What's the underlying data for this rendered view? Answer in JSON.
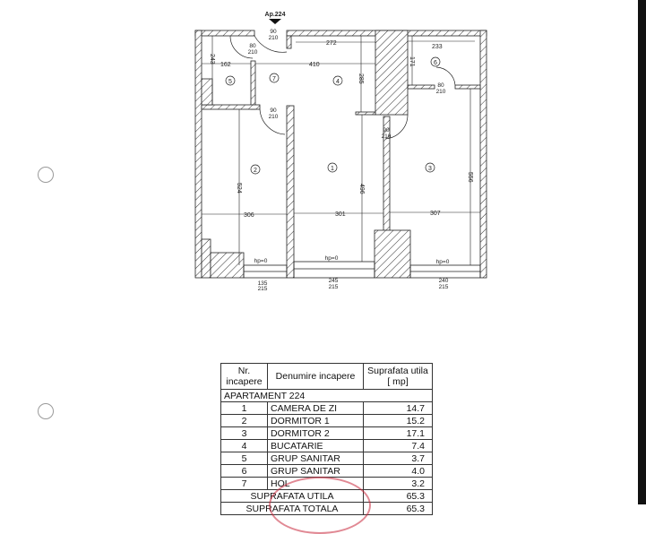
{
  "plan": {
    "apartment_label": "Ap.224",
    "rooms": [
      "1",
      "2",
      "3",
      "4",
      "5",
      "6",
      "7"
    ],
    "dimensions": {
      "d272": "272",
      "d410": "410",
      "d162": "162",
      "d243": "243",
      "d285": "285",
      "d233": "233",
      "d171": "171",
      "d524": "524",
      "d496": "496",
      "d556": "556",
      "d306": "306",
      "d301": "301",
      "d307": "307"
    },
    "doors": {
      "entry": [
        "90",
        "210"
      ],
      "bath5": [
        "80",
        "210"
      ],
      "bath6": [
        "80",
        "210"
      ],
      "dorm2": [
        "90",
        "210"
      ],
      "living": [
        "90",
        "210"
      ]
    },
    "windows": [
      [
        "135",
        "215"
      ],
      [
        "245",
        "215"
      ],
      [
        "240",
        "215"
      ]
    ],
    "sill_label": "hp=0"
  },
  "table": {
    "headers": [
      "Nr. incapere",
      "Denumire incapere",
      "Suprafata utila [ mp]"
    ],
    "section": "APARTAMENT 224",
    "rows": [
      {
        "nr": "1",
        "name": "CAMERA DE ZI",
        "area": "14.7"
      },
      {
        "nr": "2",
        "name": "DORMITOR 1",
        "area": "15.2"
      },
      {
        "nr": "3",
        "name": "DORMITOR 2",
        "area": "17.1"
      },
      {
        "nr": "4",
        "name": "BUCATARIE",
        "area": "7.4"
      },
      {
        "nr": "5",
        "name": "GRUP SANITAR",
        "area": "3.7"
      },
      {
        "nr": "6",
        "name": "GRUP SANITAR",
        "area": "4.0"
      },
      {
        "nr": "7",
        "name": "HOL",
        "area": "3.2"
      }
    ],
    "totals": [
      {
        "label": "SUPRAFATA UTILA",
        "value": "65.3"
      },
      {
        "label": "SUPRAFATA TOTALA",
        "value": "65.3"
      }
    ]
  },
  "colors": {
    "stamp": "#c8283c",
    "ink": "#222222"
  }
}
